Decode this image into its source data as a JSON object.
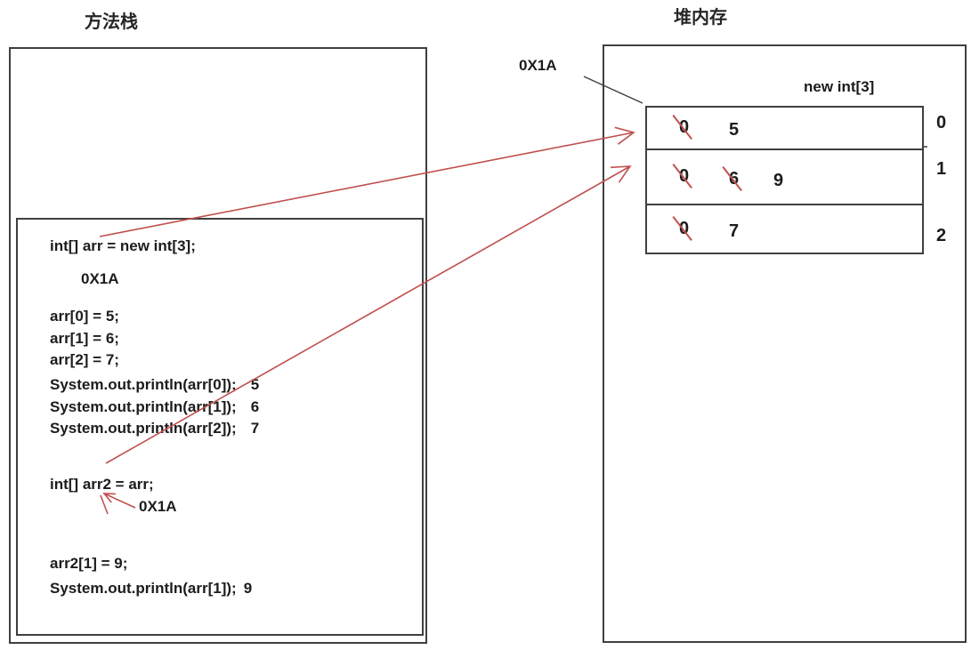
{
  "titles": {
    "stack": "方法栈",
    "heap": "堆内存"
  },
  "stack_frame": {
    "lines": [
      {
        "code": "int[] arr = new int[3];"
      },
      {
        "code": "0X1A"
      },
      {
        "code": "arr[0] = 5;"
      },
      {
        "code": "arr[1] = 6;"
      },
      {
        "code": "arr[2] = 7;"
      },
      {
        "code": "System.out.println(arr[0]);",
        "value": "5"
      },
      {
        "code": "System.out.println(arr[1]);",
        "value": "6"
      },
      {
        "code": "System.out.println(arr[2]);",
        "value": "7"
      },
      {
        "code": "int[] arr2 = arr;"
      },
      {
        "code": "0X1A"
      },
      {
        "code": "arr2[1] = 9;"
      },
      {
        "code": "System.out.println(arr[1]);",
        "value": "9"
      }
    ]
  },
  "heap": {
    "pointer_label": "0X1A",
    "allocation_label": "new int[3]",
    "array_rows": [
      {
        "index": "0",
        "cells": [
          {
            "text": "0",
            "struck": true
          },
          {
            "text": "5",
            "struck": false
          }
        ]
      },
      {
        "index": "1",
        "cells": [
          {
            "text": "0",
            "struck": true
          },
          {
            "text": "6",
            "struck": true
          },
          {
            "text": "9",
            "struck": false
          }
        ]
      },
      {
        "index": "2",
        "cells": [
          {
            "text": "0",
            "struck": true
          },
          {
            "text": "7",
            "struck": false
          }
        ]
      }
    ]
  },
  "colors": {
    "annotation_red": "#c0504d",
    "line_dark": "#3f3f3f"
  }
}
